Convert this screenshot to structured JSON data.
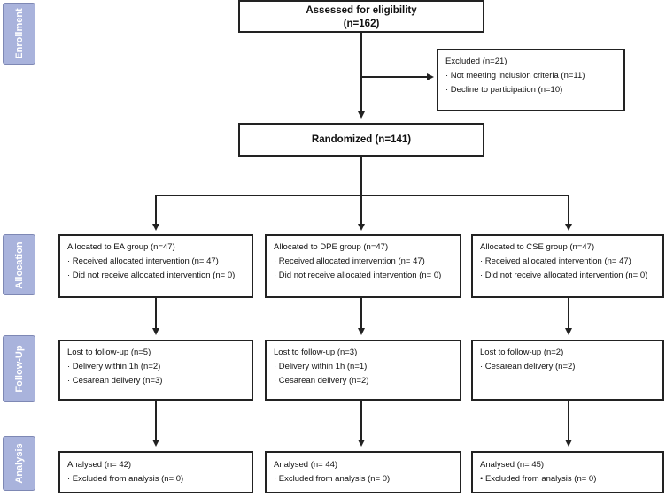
{
  "stages": {
    "enrollment": "Enrollment",
    "allocation": "Allocation",
    "followup": "Follow-Up",
    "analysis": "Analysis"
  },
  "assessed": {
    "line1": "Assessed for eligibility",
    "line2": "(n=162)"
  },
  "excluded": {
    "title": "Excluded (n=21)",
    "items": [
      "· Not meeting inclusion criteria (n=11)",
      "· Decline to participation (n=10)"
    ]
  },
  "randomized": "Randomized (n=141)",
  "groups": [
    {
      "allocation": {
        "title": "Allocated to  EA group (n=47)",
        "items": [
          "· Received allocated intervention (n= 47)",
          "· Did not receive allocated intervention (n= 0)"
        ]
      },
      "followup": {
        "title": "Lost to follow-up (n=5)",
        "items": [
          "· Delivery within 1h (n=2)",
          "· Cesarean delivery (n=3)"
        ]
      },
      "analysis": {
        "title": "Analysed (n= 42)",
        "items": [
          "· Excluded from analysis (n= 0)"
        ]
      }
    },
    {
      "allocation": {
        "title": "Allocated to DPE group (n=47)",
        "items": [
          "· Received allocated intervention (n= 47)",
          "· Did not receive allocated intervention (n= 0)"
        ]
      },
      "followup": {
        "title": "Lost to follow-up (n=3)",
        "items": [
          "· Delivery within 1h   (n=1)",
          "· Cesarean delivery (n=2)"
        ]
      },
      "analysis": {
        "title": "Analysed (n= 44)",
        "items": [
          "· Excluded from analysis (n= 0)"
        ]
      }
    },
    {
      "allocation": {
        "title": "Allocated to CSE group (n=47)",
        "items": [
          "· Received allocated intervention (n= 47)",
          "· Did not receive allocated intervention (n= 0)"
        ]
      },
      "followup": {
        "title": "Lost to follow-up (n=2)",
        "items": [
          "· Cesarean delivery (n=2)"
        ]
      },
      "analysis": {
        "title": "Analysed (n= 45)",
        "items": [
          "• Excluded from analysis (n= 0)"
        ]
      }
    }
  ]
}
